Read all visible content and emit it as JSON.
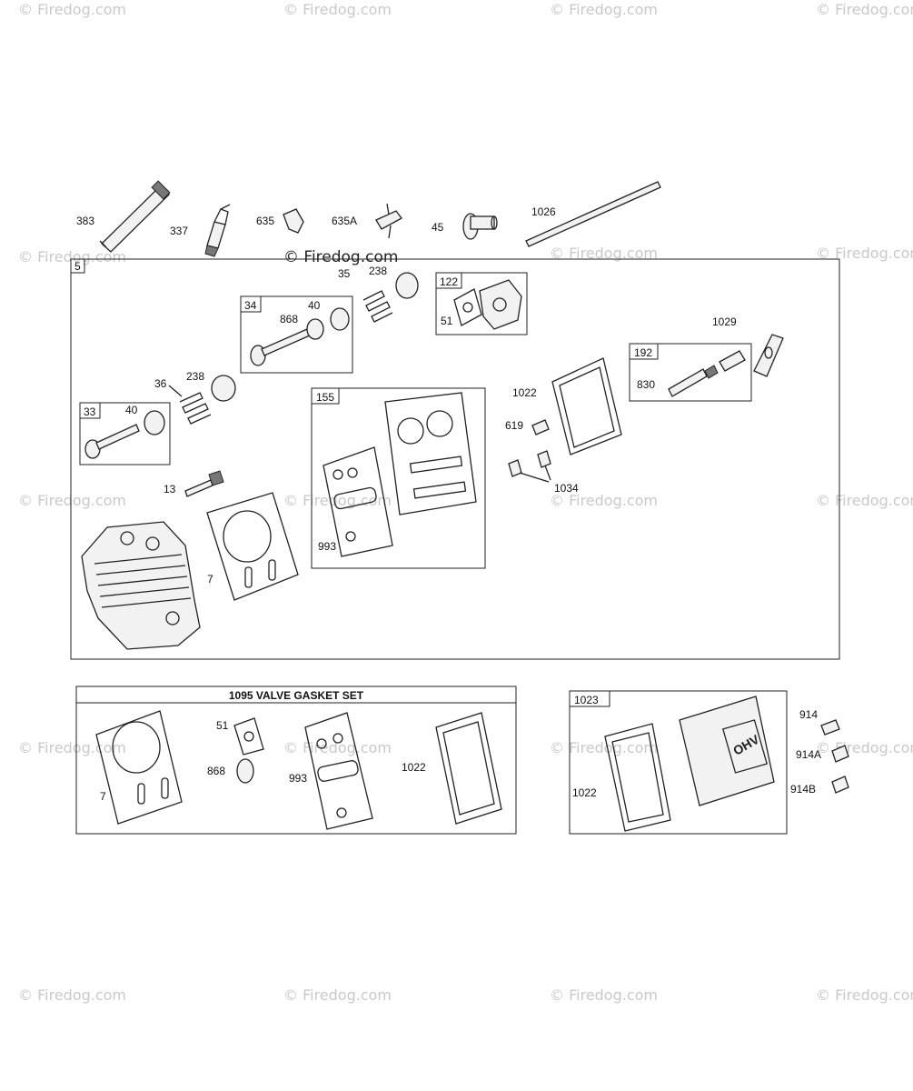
{
  "watermark": "© Firedog.com",
  "main_watermark": "© Firedog.com",
  "groups": {
    "g5": "5",
    "g34": "34",
    "g33": "33",
    "g122": "122",
    "g155": "155",
    "g192": "192",
    "g1023": "1023"
  },
  "gasket_set_title": "1095 VALVE GASKET SET",
  "labels": {
    "l383": "383",
    "l337": "337",
    "l635": "635",
    "l635A": "635A",
    "l45": "45",
    "l1026": "1026",
    "l35": "35",
    "l238a": "238",
    "l40a": "40",
    "l868a": "868",
    "l51a": "51",
    "l1029": "1029",
    "l36": "36",
    "l238b": "238",
    "l40b": "40",
    "l1022a": "1022",
    "l830": "830",
    "l619": "619",
    "l1034": "1034",
    "l13": "13",
    "l993a": "993",
    "l7a": "7",
    "l51b": "51",
    "l868b": "868",
    "l993b": "993",
    "l1022b": "1022",
    "l7b": "7",
    "l914": "914",
    "l914A": "914A",
    "l914B": "914B",
    "l1022c": "1022",
    "ohv": "OHV"
  }
}
